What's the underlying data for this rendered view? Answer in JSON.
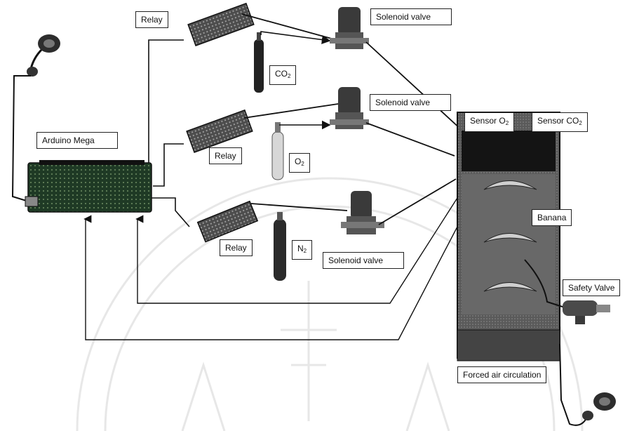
{
  "diagram": {
    "labels": {
      "arduino": "Arduino Mega",
      "relay_top": "Relay",
      "relay_mid": "Relay",
      "relay_bottom": "Relay",
      "solenoid_top": "Solenoid valve",
      "solenoid_mid": "Solenoid valve",
      "solenoid_bottom": "Solenoid valve",
      "co2_base": "CO",
      "co2_sub": "2",
      "o2_base": "O",
      "o2_sub": "2",
      "n2_base": "N",
      "n2_sub": "2",
      "sensor_o2_base": "Sensor O",
      "sensor_o2_sub": "2",
      "sensor_co2_base": "Sensor CO",
      "sensor_co2_sub": "2",
      "banana": "Banana",
      "safety_valve": "Safety Valve",
      "forced_air": "Forced air circulation"
    }
  }
}
